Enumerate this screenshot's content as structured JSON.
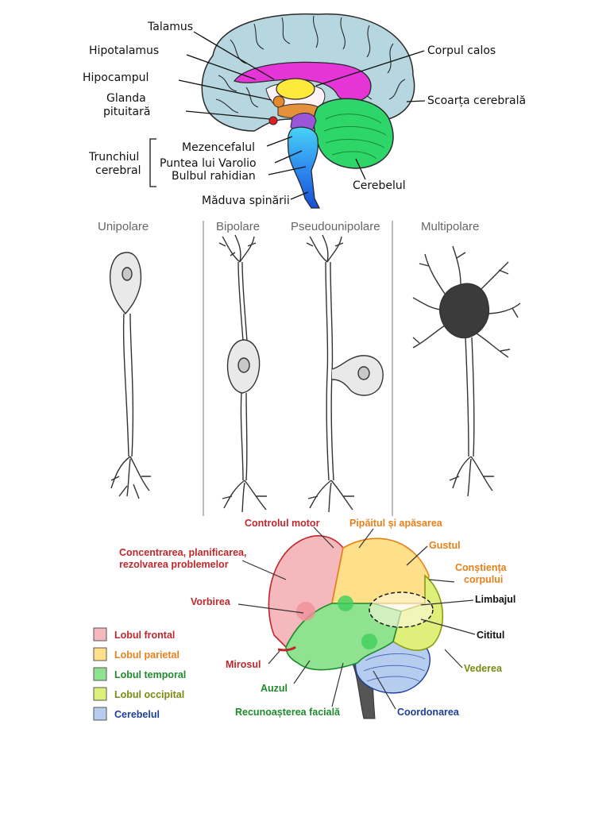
{
  "brain_sagittal": {
    "talamus": "Talamus",
    "hipotalamus": "Hipotalamus",
    "hipocampul": "Hipocampul",
    "glanda_1": "Glanda",
    "glanda_2": "pituitară",
    "trunchiul_1": "Trunchiul",
    "trunchiul_2": "cerebral",
    "mezencefalul": "Mezencefalul",
    "puntea": "Puntea lui Varolio",
    "bulbul": "Bulbul rahidian",
    "maduva": "Măduva spinării",
    "corpul_calos": "Corpul calos",
    "scoarta": "Scoarța cerebrală",
    "cerebelul": "Cerebelul"
  },
  "neurons": {
    "unipolare": "Unipolare",
    "bipolare": "Bipolare",
    "pseudounipolare": "Pseudounipolare",
    "multipolare": "Multipolare"
  },
  "brain_lobes": {
    "controlul_motor": "Controlul motor",
    "pipaitul": "Pipăitul și apăsarea",
    "gustul": "Gustul",
    "constienta_1": "Conștiența",
    "constienta_2": "corpului",
    "limbajul": "Limbajul",
    "cititul": "Cititul",
    "vederea": "Vederea",
    "coordonarea": "Coordonarea",
    "recunoasterea": "Recunoașterea facială",
    "auzul": "Auzul",
    "mirosul": "Mirosul",
    "vorbirea": "Vorbirea",
    "concentrarea_1": "Concentrarea, planificarea,",
    "concentrarea_2": "rezolvarea problemelor"
  },
  "legend": [
    {
      "label": "Lobul frontal",
      "color": "#f5b8bc",
      "text_color": "#c0272d"
    },
    {
      "label": "Lobul parietal",
      "color": "#ffe08a",
      "text_color": "#e8801a"
    },
    {
      "label": "Lobul temporal",
      "color": "#8fe28f",
      "text_color": "#1e8a2e"
    },
    {
      "label": "Lobul occipital",
      "color": "#dff07a",
      "text_color": "#7a8a10"
    },
    {
      "label": "Cerebelul",
      "color": "#b7cdf0",
      "text_color": "#1d3f9a"
    }
  ],
  "colors": {
    "cortex": "#b7d7e0",
    "corpus_callosum": "#e535d6",
    "thalamus": "#ffe93a",
    "cerebellum": "#2ed66a",
    "brainstem_blue": "#1d5ee8",
    "frontal_red": "#c0272d",
    "parietal_orange": "#e8801a"
  }
}
